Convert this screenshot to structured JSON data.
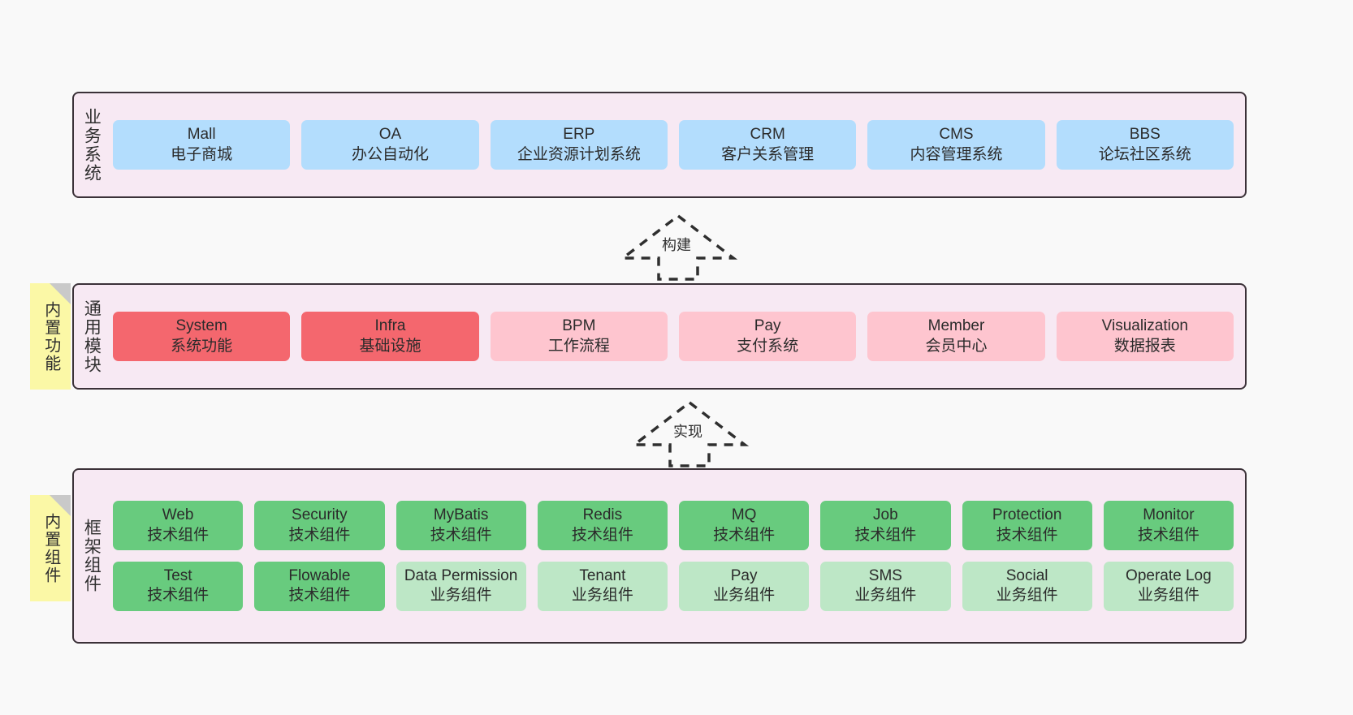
{
  "diagram": {
    "background": "#f9f9f9",
    "colors": {
      "container_bg": "#f7e9f3",
      "container_border": "#3b3138",
      "business_system": "#b3ddfd",
      "module_core": "#f4676e",
      "module_normal": "#fec5cf",
      "tech_component": "#68cb7e",
      "biz_component": "#bde7c6",
      "note_bg": "#fbf8a6",
      "note_fold": "#c9c9c9"
    }
  },
  "layers": [
    {
      "id": "business-systems",
      "title": "业务系统",
      "note": null,
      "rows": [
        {
          "nodes": [
            {
              "name": "Mall",
              "sub": "电子商城",
              "style": "blue"
            },
            {
              "name": "OA",
              "sub": "办公自动化",
              "style": "blue"
            },
            {
              "name": "ERP",
              "sub": "企业资源计划系统",
              "style": "blue"
            },
            {
              "name": "CRM",
              "sub": "客户关系管理",
              "style": "blue"
            },
            {
              "name": "CMS",
              "sub": "内容管理系统",
              "style": "blue"
            },
            {
              "name": "BBS",
              "sub": "论坛社区系统",
              "style": "blue"
            }
          ]
        }
      ]
    },
    {
      "id": "common-modules",
      "title": "通用模块",
      "note": "内置功能",
      "rows": [
        {
          "nodes": [
            {
              "name": "System",
              "sub": "系统功能",
              "style": "red"
            },
            {
              "name": "Infra",
              "sub": "基础设施",
              "style": "red"
            },
            {
              "name": "BPM",
              "sub": "工作流程",
              "style": "pink"
            },
            {
              "name": "Pay",
              "sub": "支付系统",
              "style": "pink"
            },
            {
              "name": "Member",
              "sub": "会员中心",
              "style": "pink"
            },
            {
              "name": "Visualization",
              "sub": "数据报表",
              "style": "pink"
            }
          ]
        }
      ]
    },
    {
      "id": "framework-components",
      "title": "框架组件",
      "note": "内置组件",
      "rows": [
        {
          "nodes": [
            {
              "name": "Web",
              "sub": "技术组件",
              "style": "green"
            },
            {
              "name": "Security",
              "sub": "技术组件",
              "style": "green"
            },
            {
              "name": "MyBatis",
              "sub": "技术组件",
              "style": "green"
            },
            {
              "name": "Redis",
              "sub": "技术组件",
              "style": "green"
            },
            {
              "name": "MQ",
              "sub": "技术组件",
              "style": "green"
            },
            {
              "name": "Job",
              "sub": "技术组件",
              "style": "green"
            },
            {
              "name": "Protection",
              "sub": "技术组件",
              "style": "green"
            },
            {
              "name": "Monitor",
              "sub": "技术组件",
              "style": "green"
            }
          ]
        },
        {
          "nodes": [
            {
              "name": "Test",
              "sub": "技术组件",
              "style": "green"
            },
            {
              "name": "Flowable",
              "sub": "技术组件",
              "style": "green"
            },
            {
              "name": "Data Permission",
              "sub": "业务组件",
              "style": "lgreen"
            },
            {
              "name": "Tenant",
              "sub": "业务组件",
              "style": "lgreen"
            },
            {
              "name": "Pay",
              "sub": "业务组件",
              "style": "lgreen"
            },
            {
              "name": "SMS",
              "sub": "业务组件",
              "style": "lgreen"
            },
            {
              "name": "Social",
              "sub": "业务组件",
              "style": "lgreen"
            },
            {
              "name": "Operate Log",
              "sub": "业务组件",
              "style": "lgreen"
            }
          ]
        }
      ]
    }
  ],
  "connectors": [
    {
      "id": "build",
      "label": "构建"
    },
    {
      "id": "implement",
      "label": "实现"
    }
  ]
}
